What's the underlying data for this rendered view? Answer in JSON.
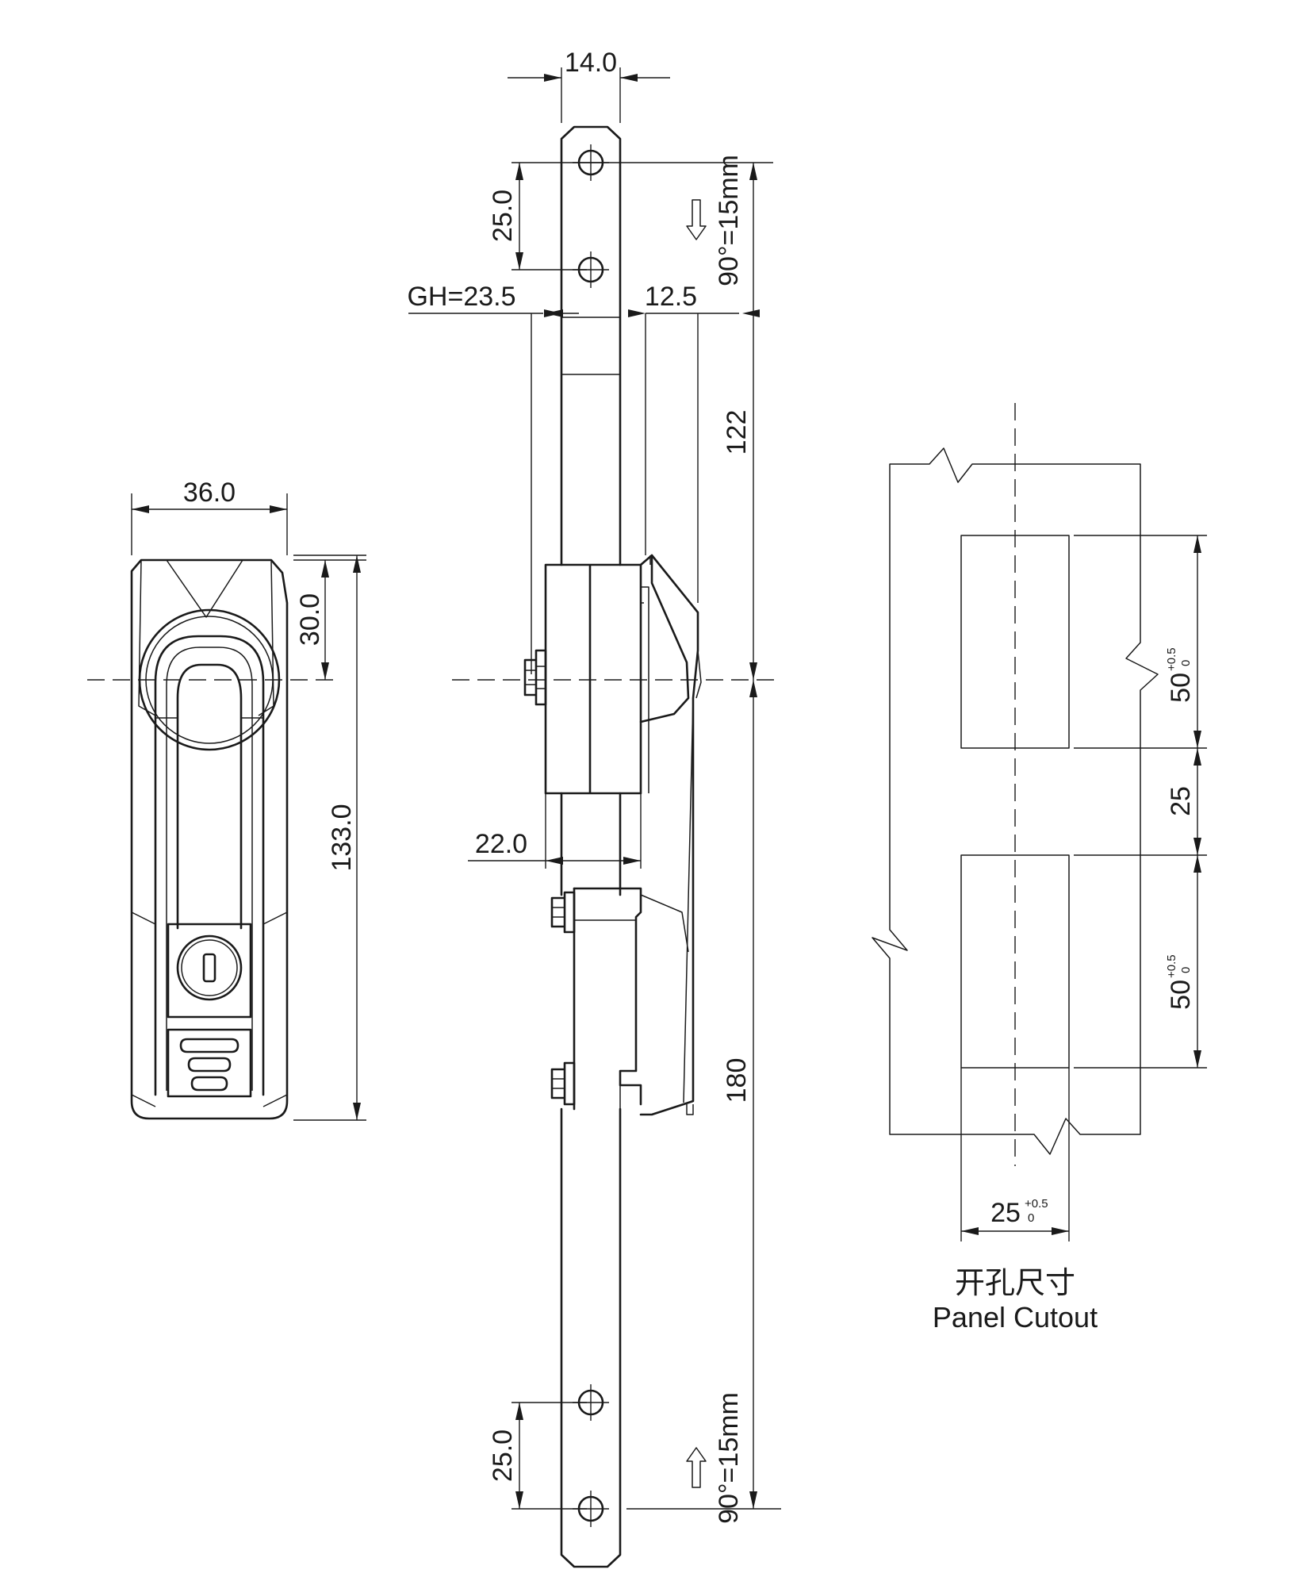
{
  "front_view": {
    "width_dim": "36.0",
    "handle_center_dim": "30.0",
    "height_dim": "133.0"
  },
  "side_view": {
    "rod_width_dim": "14.0",
    "top_hole_pitch_dim": "25.0",
    "gh_dim": "GH=23.5",
    "offset_dim": "12.5",
    "upper_stroke_dim": "90°=15mm",
    "upper_length_dim": "122",
    "body_depth_dim": "22.0",
    "lower_length_dim": "180",
    "bottom_hole_pitch_dim": "25.0",
    "lower_stroke_dim": "90°=15mm"
  },
  "panel_cutout": {
    "title_cn": "开孔尺寸",
    "title_en": "Panel Cutout",
    "upper_cutout_height": "50",
    "upper_tol_plus": "+0.5",
    "upper_tol_minus": "0",
    "gap_dim": "25",
    "lower_cutout_height": "50",
    "lower_tol_plus": "+0.5",
    "lower_tol_minus": "0",
    "cutout_width": "25",
    "width_tol_plus": "+0.5",
    "width_tol_minus": "0"
  }
}
